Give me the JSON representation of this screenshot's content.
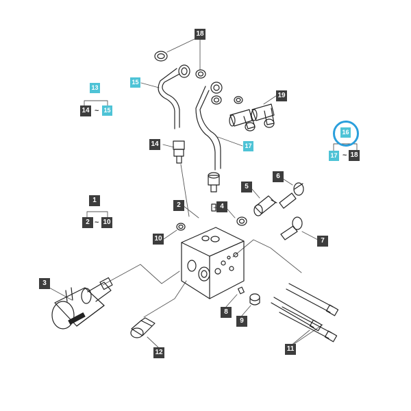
{
  "colors": {
    "dark_callout": "#3d3d3d",
    "cyan_callout": "#4ec3d6",
    "highlight_ring": "#2a9fdc",
    "line": "#222222"
  },
  "callouts": {
    "c1": "1",
    "c2a": "2",
    "c2b": "2",
    "c3": "3",
    "c4": "4",
    "c5": "5",
    "c6": "6",
    "c7": "7",
    "c8": "8",
    "c9": "9",
    "c10a": "10",
    "c10b": "10",
    "c11": "11",
    "c12": "12",
    "c13": "13",
    "c14a": "14",
    "c14b": "14",
    "c15a": "15",
    "c15b": "15",
    "c16": "16",
    "c17a": "17",
    "c17b": "17",
    "c18a": "18",
    "c18b": "18",
    "c19": "19"
  },
  "tilde": "~"
}
